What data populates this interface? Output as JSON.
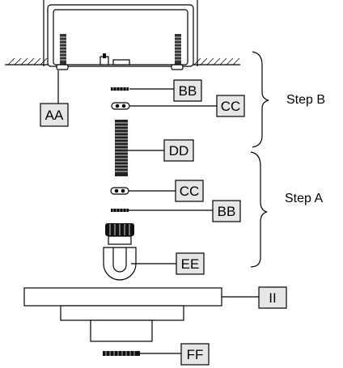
{
  "labels": {
    "aa": "AA",
    "bb_upper": "BB",
    "cc_upper": "CC",
    "dd": "DD",
    "cc_lower": "CC",
    "bb_lower": "BB",
    "ee": "EE",
    "ii": "II",
    "ff": "FF"
  },
  "steps": {
    "step_b": "Step B",
    "step_a": "Step A"
  }
}
